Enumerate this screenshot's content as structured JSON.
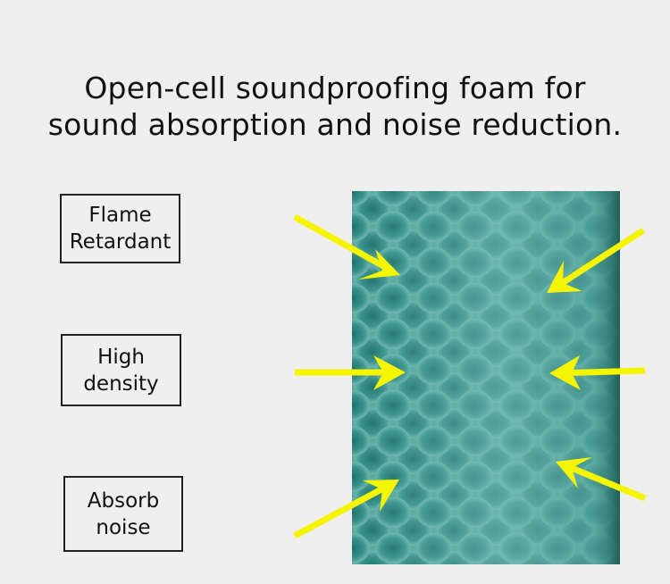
{
  "title": {
    "line1": "Open-cell soundproofing foam for",
    "line2": "sound absorption and noise reduction."
  },
  "features": [
    {
      "line1": "Flame",
      "line2": "Retardant"
    },
    {
      "line1": "High",
      "line2": "density"
    },
    {
      "line1": "Absorb",
      "line2": "noise"
    }
  ],
  "colors": {
    "background": "#efefef",
    "foam": "#3f9690",
    "arrow": "#f5f500"
  }
}
